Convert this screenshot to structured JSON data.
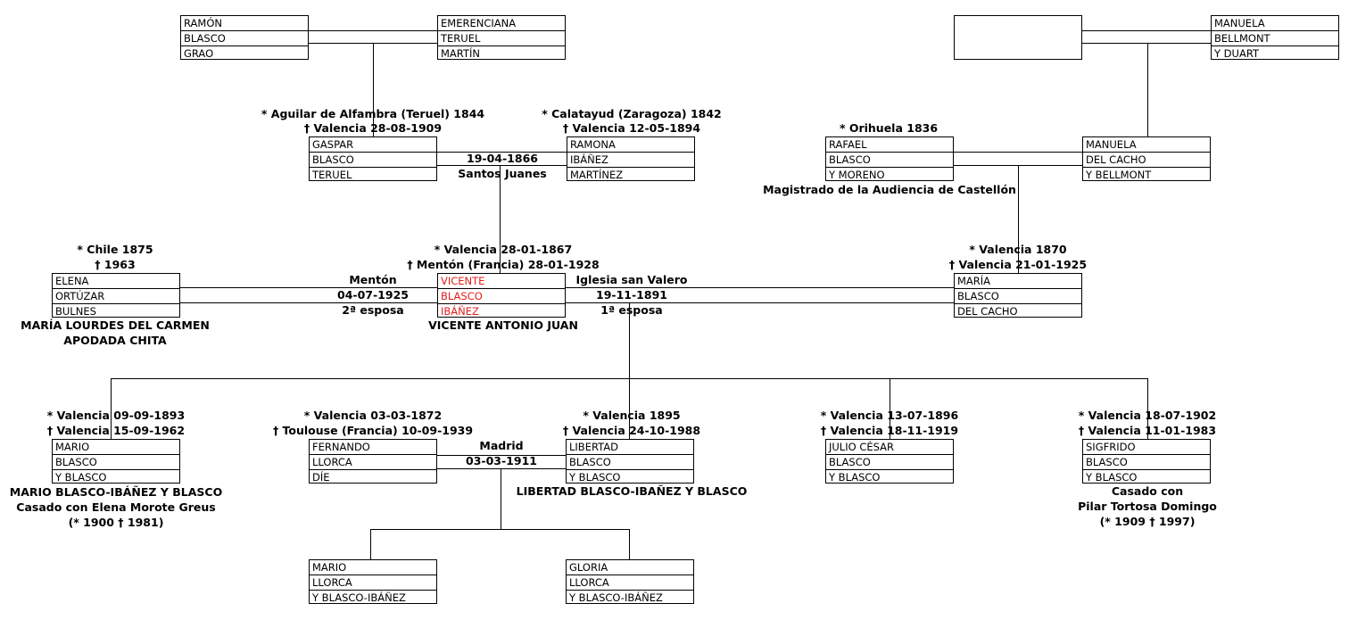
{
  "people": {
    "ramon": [
      "RAMÓN",
      "BLASCO",
      "GRAO"
    ],
    "emerenciana": [
      "EMERENCIANA",
      "TERUEL",
      "MARTÍN"
    ],
    "unknown": [
      "",
      "",
      ""
    ],
    "manuela_bellmont": [
      "MANUELA",
      "BELLMONT",
      "Y DUART"
    ],
    "gaspar": [
      "GASPAR",
      "BLASCO",
      "TERUEL"
    ],
    "ramona": [
      "RAMONA",
      "IBÁÑEZ",
      "MARTÍNEZ"
    ],
    "rafael": [
      "RAFAEL",
      "BLASCO",
      "Y MORENO"
    ],
    "manuela_cacho": [
      "MANUELA",
      "DEL CACHO",
      "Y BELLMONT"
    ],
    "elena": [
      "ELENA",
      "ORTÚZAR",
      "BULNES"
    ],
    "vicente": [
      "VICENTE",
      "BLASCO",
      "IBÁÑEZ"
    ],
    "maria": [
      "MARÍA",
      "BLASCO",
      "DEL CACHO"
    ],
    "mario": [
      "MARIO",
      "BLASCO",
      "Y BLASCO"
    ],
    "fernando": [
      "FERNANDO",
      "LLORCA",
      "DÍE"
    ],
    "libertad": [
      "LIBERTAD",
      "BLASCO",
      "Y BLASCO"
    ],
    "julio": [
      "JULIO CÉSAR",
      "BLASCO",
      "Y BLASCO"
    ],
    "sigfrido": [
      "SIGFRIDO",
      "BLASCO",
      "Y BLASCO"
    ],
    "mario_llorca": [
      "MARIO",
      "LLORCA",
      "Y BLASCO-IBÁÑEZ"
    ],
    "gloria": [
      "GLORIA",
      "LLORCA",
      "Y BLASCO-IBÁÑEZ"
    ]
  },
  "labels": {
    "gaspar_birth": "* Aguilar de Alfambra (Teruel) 1844",
    "gaspar_death": "† Valencia 28-08-1909",
    "ramona_birth": "* Calatayud (Zaragoza) 1842",
    "ramona_death": "† Valencia 12-05-1894",
    "gaspar_marriage_date": "19-04-1866",
    "gaspar_marriage_place": "Santos Juanes",
    "rafael_birth": "* Orihuela 1836",
    "rafael_note": "Magistrado de la Audiencia de Castellón",
    "elena_birth": "* Chile 1875",
    "elena_death": "† 1963",
    "elena_note_1": "MARÍA LOURDES DEL CARMEN",
    "elena_note_2": "APODADA CHITA",
    "vicente_birth": "* Valencia 28-01-1867",
    "vicente_death": "† Mentón (Francia) 28-01-1928",
    "vicente_note": "VICENTE ANTONIO JUAN",
    "m2_place": "Mentón",
    "m2_date": "04-07-1925",
    "m2_order": "2ª esposa",
    "m1_place": "Iglesia san Valero",
    "m1_date": "19-11-1891",
    "m1_order": "1ª esposa",
    "maria_birth": "* Valencia 1870",
    "maria_death": "† Valencia 21-01-1925",
    "mario_birth": "* Valencia 09-09-1893",
    "mario_death": "† Valencia 15-09-1962",
    "mario_note_1": "MARIO BLASCO-IBÁÑEZ Y BLASCO",
    "mario_note_2": "Casado con Elena Morote Greus",
    "mario_note_3": "(* 1900 † 1981)",
    "fernando_birth": "* Valencia 03-03-1872",
    "fernando_death": "† Toulouse (Francia) 10-09-1939",
    "m3_place": "Madrid",
    "m3_date": "03-03-1911",
    "libertad_birth": "* Valencia 1895",
    "libertad_death": "† Valencia 24-10-1988",
    "libertad_note": "LIBERTAD BLASCO-IBAÑEZ Y BLASCO",
    "julio_birth": "* Valencia 13-07-1896",
    "julio_death": "† Valencia 18-11-1919",
    "sigfrido_birth": "* Valencia 18-07-1902",
    "sigfrido_death": "† Valencia 11-01-1983",
    "sigfrido_note_1": "Casado con",
    "sigfrido_note_2": "Pilar Tortosa Domingo",
    "sigfrido_note_3": "(* 1909 † 1997)"
  }
}
